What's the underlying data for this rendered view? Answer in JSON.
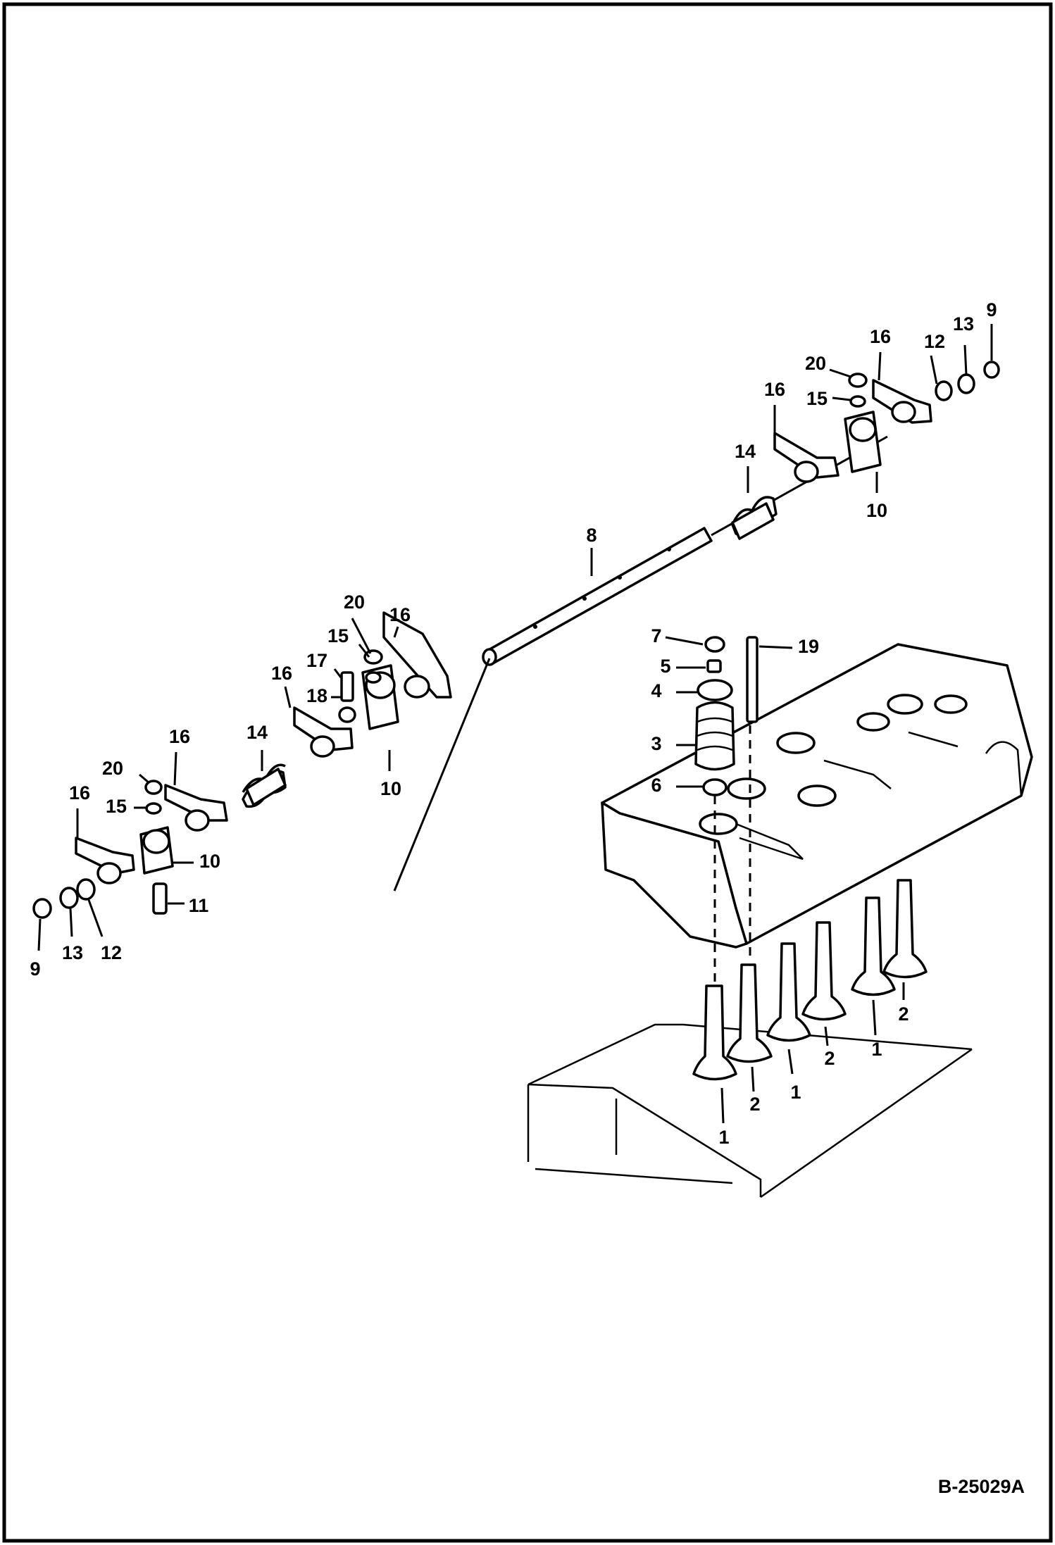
{
  "drawing_number": "B-25029A",
  "callouts": {
    "c1a": "1",
    "c1b": "1",
    "c1c": "1",
    "c2a": "2",
    "c2b": "2",
    "c2c": "2",
    "c3": "3",
    "c4": "4",
    "c5": "5",
    "c6": "6",
    "c7": "7",
    "c8": "8",
    "c9a": "9",
    "c9b": "9",
    "c10a": "10",
    "c10b": "10",
    "c10c": "10",
    "c11": "11",
    "c12a": "12",
    "c12b": "12",
    "c13a": "13",
    "c13b": "13",
    "c14a": "14",
    "c14b": "14",
    "c15a": "15",
    "c15b": "15",
    "c15c": "15",
    "c16a": "16",
    "c16b": "16",
    "c16c": "16",
    "c16d": "16",
    "c16e": "16",
    "c16f": "16",
    "c17": "17",
    "c18": "18",
    "c19": "19",
    "c20a": "20",
    "c20b": "20",
    "c20c": "20"
  }
}
